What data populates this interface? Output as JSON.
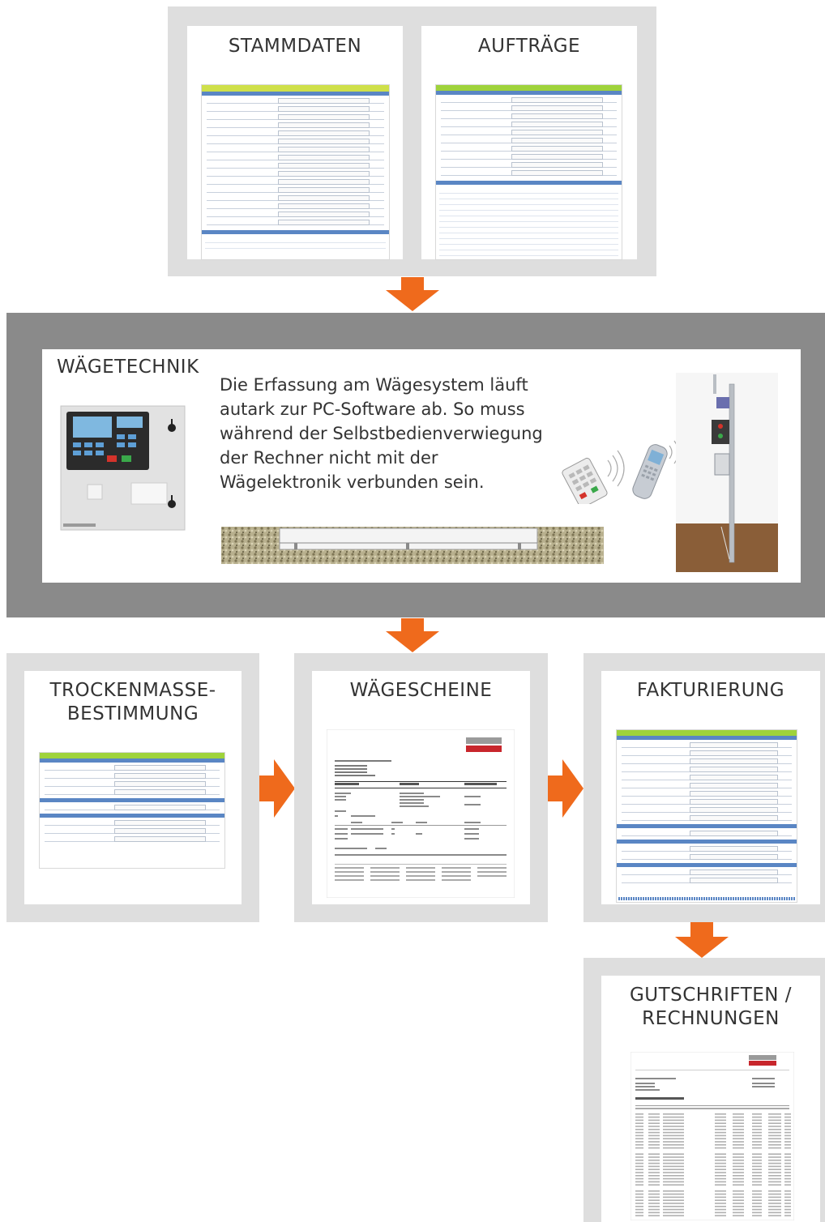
{
  "colors": {
    "panel": "#dedede",
    "dark_panel": "#8a8a8a",
    "arrow": "#ef6a1c",
    "accent_green": "#a7d23a",
    "accent_blue": "#5a86c4",
    "logo_red": "#c8262c"
  },
  "nodes": {
    "stammdaten": "STAMMDATEN",
    "auftraege": "AUFTRÄGE",
    "waegetechnik": "WÄGETECHNIK",
    "trocken_1": "TROCKENMASSE-",
    "trocken_2": "BESTIMMUNG",
    "waegescheine": "WÄGESCHEINE",
    "fakturierung": "FAKTURIERUNG",
    "gutschriften_1": "GUTSCHRIFTEN /",
    "gutschriften_2": "RECHNUNGEN"
  },
  "waegetechnik_text": [
    "Die Erfassung am Wägesystem läuft",
    "autark zur PC-Software ab. So muss",
    "während der Selbstbedienverwiegung",
    "der Rechner nicht mit der",
    "Wägelektronik verbunden sein."
  ],
  "edges": [
    {
      "from": "stammdaten+auftraege",
      "to": "waegetechnik",
      "icon": "arrow-down-icon"
    },
    {
      "from": "waegetechnik",
      "to": "waegescheine",
      "icon": "arrow-down-icon"
    },
    {
      "from": "trockenmasse",
      "to": "waegescheine",
      "icon": "arrow-right-icon"
    },
    {
      "from": "waegescheine",
      "to": "fakturierung",
      "icon": "arrow-right-icon"
    },
    {
      "from": "fakturierung",
      "to": "gutschriften",
      "icon": "arrow-down-icon"
    }
  ]
}
